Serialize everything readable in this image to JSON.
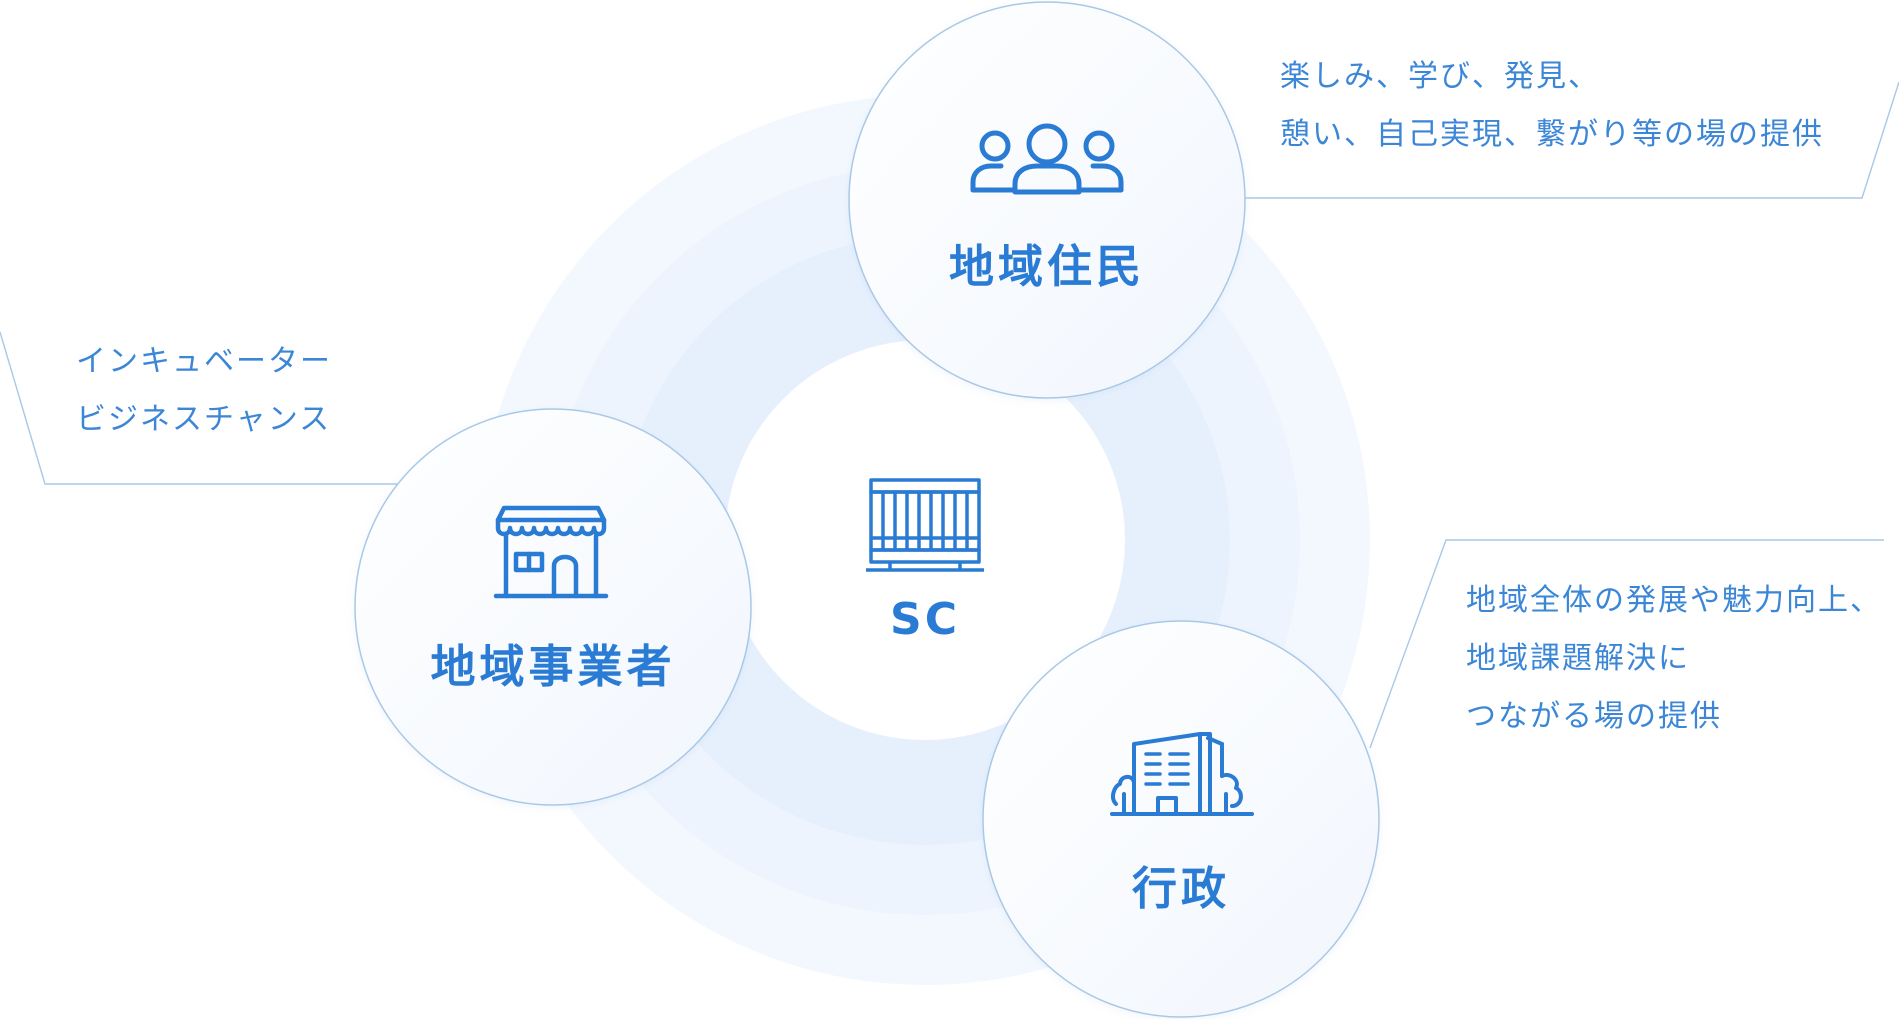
{
  "diagram": {
    "center": {
      "label": "SC",
      "icon": "building-facade-icon"
    },
    "nodes": [
      {
        "id": "residents",
        "title": "地域住民",
        "icon": "people-group-icon",
        "notes": [
          "楽しみ、学び、発見、",
          "憩い、自己実現、繋がり等の場の提供"
        ]
      },
      {
        "id": "businesses",
        "title": "地域事業者",
        "icon": "storefront-icon",
        "notes": [
          "インキュベーター",
          "ビジネスチャンス"
        ]
      },
      {
        "id": "government",
        "title": "行政",
        "icon": "office-building-icon",
        "notes": [
          "地域全体の発展や魅力向上、",
          "地域課題解決に",
          "つながる場の提供"
        ]
      }
    ]
  },
  "colors": {
    "accent": "#2a7bd4",
    "text": "#3b86d6",
    "circle_border": "#a9c8e6",
    "ring_outer": "#f2f7fe",
    "ring_mid": "#eaf3fe",
    "ring_inner": "#e1edfc",
    "leader_line": "#a9c8e6"
  }
}
